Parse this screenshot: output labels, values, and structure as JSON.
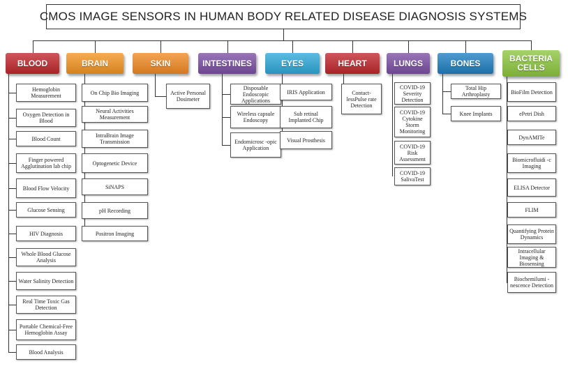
{
  "title": "CMOS IMAGE SENSORS IN HUMAN BODY RELATED DISEASE DIAGNOSIS SYSTEMS",
  "categories": [
    {
      "name": "BLOOD",
      "color": "#c0272d",
      "items": [
        "Hemoglobin Measurement",
        "Oxygen Detection in Blood",
        "Blood Count",
        "Finger powered Agglutination lab chip",
        "Blood Flow Velocity",
        "Glucose Sensing",
        "HIV Diagnosis",
        "Whole Blood Glucose Analysis",
        "Water Salinity Detection",
        "Real Time Toxic Gas Detection",
        "Portable Chemical-Free Hemoglobin Assay",
        "Blood Analysis"
      ]
    },
    {
      "name": "BRAIN",
      "color": "#f39422",
      "items": [
        "On Chip Bio Imaging",
        "Neural Activities Measurement",
        "IntraBrain Image Transmission",
        "Optogenetic Device",
        "SiNAPS",
        "pH Recording",
        "Positron Imaging"
      ]
    },
    {
      "name": "SKIN",
      "color": "#f08a24",
      "items": [
        "Active Personal Dosimeter"
      ]
    },
    {
      "name": "INTESTINES",
      "color": "#7b4fa3",
      "items": [
        "Disposable Endoscopic Applications",
        "Wireless capsule Endoscopy",
        "Endomicrosc -opic Application"
      ]
    },
    {
      "name": "EYES",
      "color": "#2fa8d8",
      "items": [
        "IRIS Application",
        "Sub retinal Implanted Chip",
        "Visual Prosthesis"
      ]
    },
    {
      "name": "HEART",
      "color": "#c0272d",
      "items": [
        "Contact-lessPulse rate Detection"
      ]
    },
    {
      "name": "LUNGS",
      "color": "#7b4fa3",
      "items": [
        "COVID-19 Severity Detection",
        "COVID-19 Cytokine Storm Monitoring",
        "COVID-19 Risk Assessment",
        "COVID-19 SalivaTest"
      ]
    },
    {
      "name": "BONES",
      "color": "#1f7fc1",
      "items": [
        "Total Hip Arthroplasty",
        "Knee Implants"
      ]
    },
    {
      "name": "BACTERIA CELLS",
      "color": "#8dc63f",
      "items": [
        "BioFilm Detection",
        "ePetri Dish",
        "DynAMITe",
        "Biomicrofluidi -c Imaging",
        "ELISA Detector",
        "FLIM",
        "Quantifying Protein Dynamics",
        "Intracellular Imaging & Biosensing",
        "Biochemilumi -nescence Detection"
      ]
    }
  ]
}
